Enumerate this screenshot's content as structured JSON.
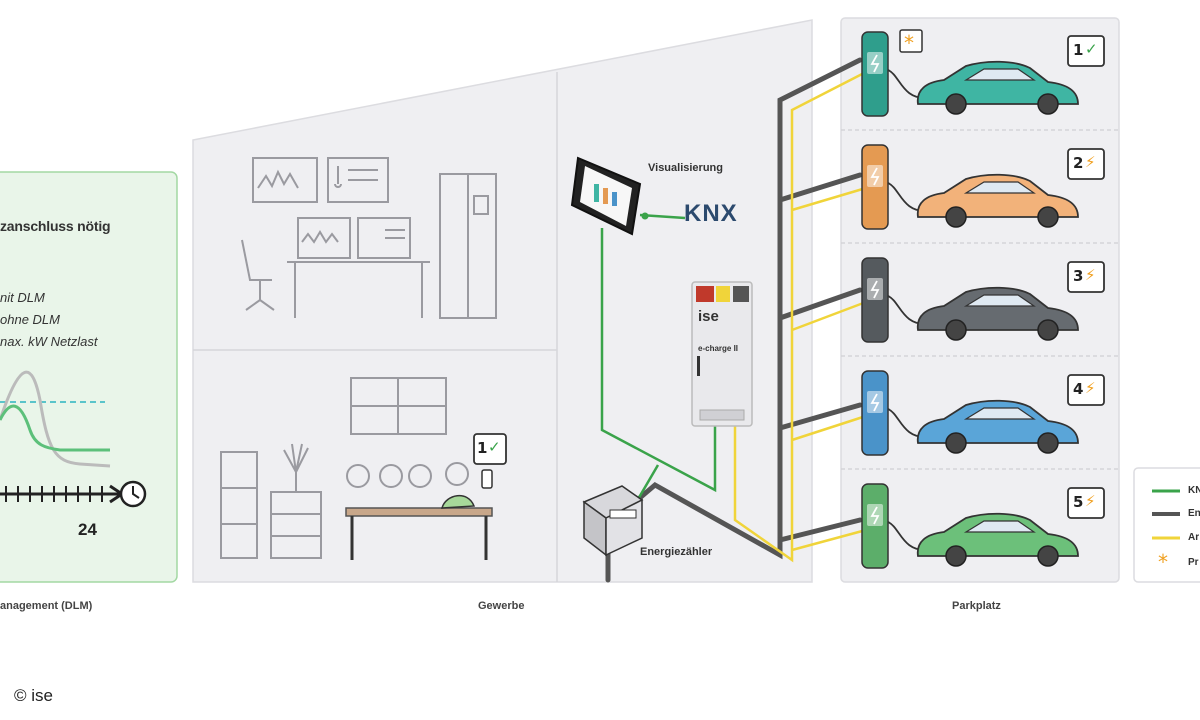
{
  "dlm_panel": {
    "title": "zanschluss nötig",
    "legend": [
      "nit DLM",
      "ohne DLM",
      "nax. kW Netzlast"
    ],
    "axis_label": "24"
  },
  "captions": {
    "dlm": "anagement (DLM)",
    "gewerbe": "Gewerbe",
    "parkplatz": "Parkplatz"
  },
  "labels": {
    "visualisierung": "Visualisierung",
    "knx": "KNX",
    "energiezaehler": "Energiezähler",
    "device_brand": "ise",
    "device_name": "e-charge II"
  },
  "parking": {
    "slots": [
      {
        "number": "1",
        "mark": "✓",
        "priority": true,
        "color": "#2f9e8c",
        "car_color": "#3fb5a3"
      },
      {
        "number": "2",
        "mark": "⚡",
        "priority": false,
        "color": "#e49a52",
        "car_color": "#f2b27a"
      },
      {
        "number": "3",
        "mark": "⚡",
        "priority": false,
        "color": "#555a5e",
        "car_color": "#666b70"
      },
      {
        "number": "4",
        "mark": "⚡",
        "priority": false,
        "color": "#4a93c9",
        "car_color": "#5aa5d8"
      },
      {
        "number": "5",
        "mark": "⚡",
        "priority": false,
        "color": "#5cae6a",
        "car_color": "#6cc07a"
      }
    ]
  },
  "office_badge": {
    "number": "1",
    "mark": "✓"
  },
  "legend": {
    "items": [
      {
        "label": "KN",
        "color": "#3aa34a"
      },
      {
        "label": "En",
        "color": "#666666"
      },
      {
        "label": "Ar",
        "color": "#f0d43a"
      },
      {
        "label": "Pr",
        "color": "#f0a020",
        "star": true
      }
    ]
  },
  "copyright": "© ise",
  "colors": {
    "knx_line": "#3aa34a",
    "energy_line": "#555555",
    "charge_line": "#f0d43a",
    "panel_bg": "#f0f0f2",
    "dlm_bg": "#e8f4e8",
    "dlm_border": "#9fd59f"
  }
}
